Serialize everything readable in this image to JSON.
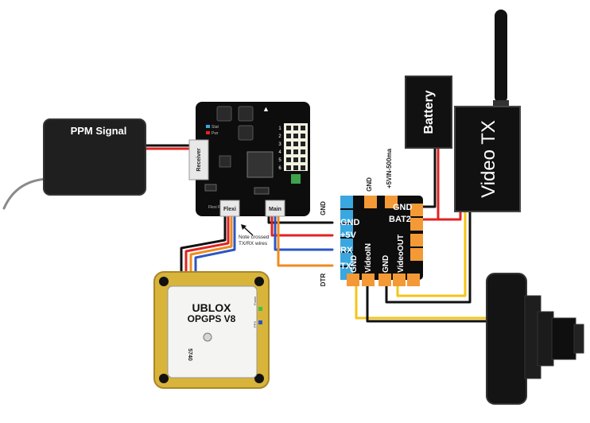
{
  "components": {
    "ppm": {
      "label": "PPM Signal"
    },
    "flight_controller": {
      "receiver_port": "Receiver",
      "flexi_port": "Flexi",
      "main_port": "Main",
      "pin_numbers": [
        "1",
        "2",
        "3",
        "4",
        "5",
        "6"
      ],
      "led_labels": [
        "Stat",
        "Pwr"
      ],
      "flexi_port_caption": "Flexi Port"
    },
    "gps": {
      "title_line1": "UBLOX",
      "title_line2": "OPGPS V8",
      "serial": "5740",
      "led_labels": [
        "Power",
        "PPS"
      ]
    },
    "battery": {
      "label": "Battery"
    },
    "video_tx": {
      "label": "Video TX"
    },
    "osd": {
      "left_pins": [
        "GND",
        "+5V",
        "RX",
        "TX"
      ],
      "left_side_labels": [
        "GND",
        "DTR"
      ],
      "top_labels": [
        "GND",
        "+5VIN-500ma"
      ],
      "right_pins": [
        "GND",
        "BAT2"
      ],
      "bottom_pins": [
        "GND",
        "VideoIN",
        "GND",
        "VideoOUT"
      ]
    }
  },
  "annotations": {
    "note_line1": "Note crossed",
    "note_line2": "TX/RX wires"
  },
  "colors": {
    "board": "#0d0d0d",
    "pin_blue": "#3aa7e0",
    "pin_orange": "#f39a37",
    "wire_red": "#e2221f",
    "wire_black": "#111111",
    "wire_blue": "#2a57c4",
    "wire_orange": "#f08a1e",
    "wire_yellow": "#f4c518",
    "gps_gold": "#d8b43a"
  }
}
